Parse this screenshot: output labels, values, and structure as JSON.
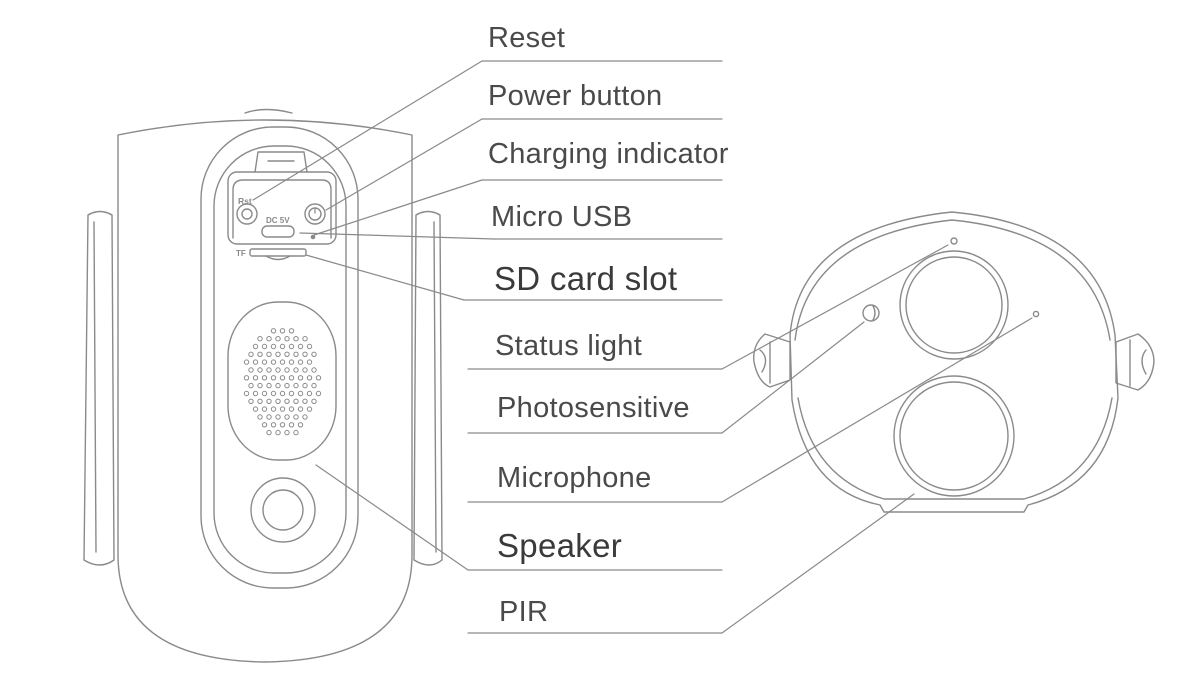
{
  "diagram": {
    "labels": {
      "reset": "Reset",
      "power": "Power button",
      "charging": "Charging indicator",
      "micro_usb": "Micro USB",
      "sd_card": "SD card slot",
      "status_light": "Status light",
      "photosensitive": "Photosensitive",
      "microphone": "Microphone",
      "speaker": "Speaker",
      "pir": "PIR"
    },
    "device_markings": {
      "rst": "Rst",
      "dc5v": "DC 5V",
      "tf": "TF"
    },
    "colors": {
      "line": "#8a8a8a",
      "text": "#4a4a4a"
    }
  }
}
